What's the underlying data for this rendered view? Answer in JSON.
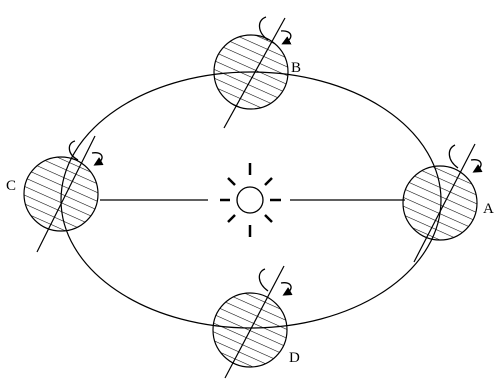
{
  "diagram": {
    "positions": [
      {
        "id": "A",
        "label": "A"
      },
      {
        "id": "B",
        "label": "B"
      },
      {
        "id": "C",
        "label": "C"
      },
      {
        "id": "D",
        "label": "D"
      }
    ],
    "colors": {
      "stroke": "#000000",
      "background": "#ffffff"
    }
  }
}
